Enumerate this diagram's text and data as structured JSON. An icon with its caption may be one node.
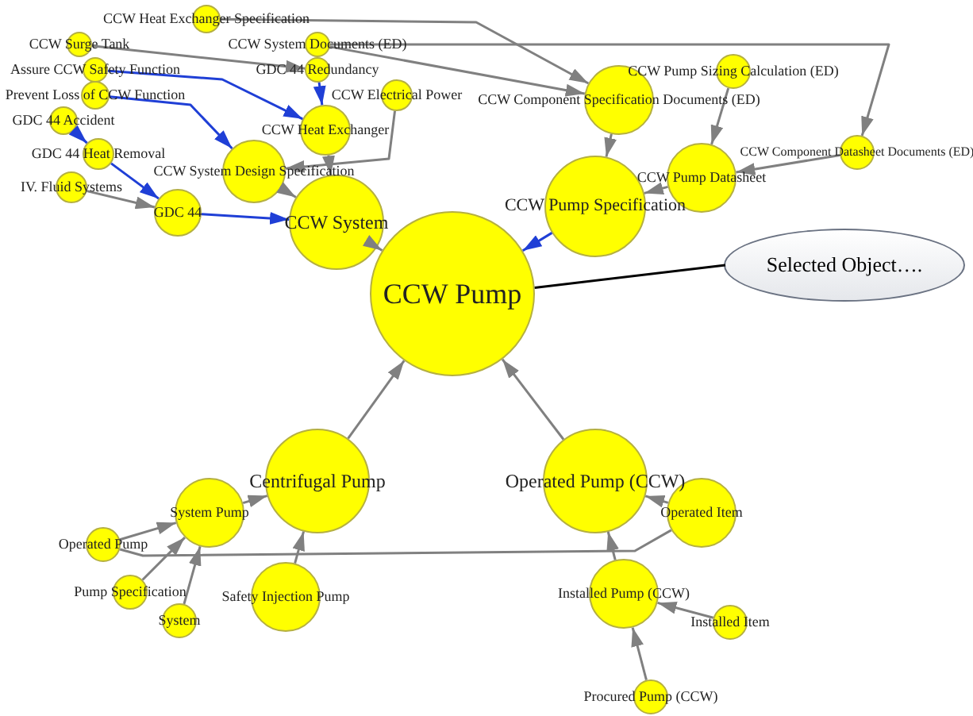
{
  "diagram": {
    "nodes": [
      {
        "text": [
          "CCW Heat Exchanger Specification"
        ]
      },
      {
        "text": [
          "CCW Surge Tank"
        ]
      },
      {
        "text": [
          "CCW System Documents (ED)"
        ]
      },
      {
        "text": [
          "Assure CCW Safety Function"
        ]
      },
      {
        "text": [
          "GDC 44 Redundancy"
        ]
      },
      {
        "text": [
          "Prevent Loss of CCW Function"
        ]
      },
      {
        "text": [
          "GDC 44 Accident"
        ]
      },
      {
        "text": [
          "CCW Electrical Power"
        ]
      },
      {
        "text": [
          "GDC 44 Heat Removal"
        ]
      },
      {
        "text": [
          "IV. Fluid Systems"
        ]
      },
      {
        "text": [
          "CCW Heat Exchanger"
        ]
      },
      {
        "text": [
          "CCW System Design Specification"
        ]
      },
      {
        "text": [
          "GDC 44"
        ]
      },
      {
        "text": [
          "CCW System"
        ]
      },
      {
        "text": [
          "CCW Pump Sizing Calculation (ED)"
        ]
      },
      {
        "text": [
          "CCW Component Specification Documents (ED)"
        ]
      },
      {
        "text": [
          "CCW Component Datasheet Documents (ED)"
        ]
      },
      {
        "text": [
          "CCW Pump Datasheet"
        ]
      },
      {
        "text": [
          "CCW Pump Specification"
        ]
      },
      {
        "text": [
          "CCW Pump"
        ]
      },
      {
        "text": [
          "Centrifugal Pump"
        ]
      },
      {
        "text": [
          "Operated Pump (CCW)"
        ]
      },
      {
        "text": [
          "System Pump"
        ]
      },
      {
        "text": [
          "Operated Pump"
        ]
      },
      {
        "text": [
          "Pump Specification"
        ]
      },
      {
        "text": [
          "System"
        ]
      },
      {
        "text": [
          "Safety Injection Pump"
        ]
      },
      {
        "text": [
          "Operated Item"
        ]
      },
      {
        "text": [
          "Installed Pump (CCW)"
        ]
      },
      {
        "text": [
          "Installed Item"
        ]
      },
      {
        "text": [
          "Procured Pump (CCW)"
        ]
      },
      {
        "text": [
          "Selected Object…."
        ]
      }
    ],
    "edges": [
      {
        "from": 13,
        "to": 19,
        "arrow": "to"
      },
      {
        "from": 18,
        "to": 19,
        "arrow": "to",
        "color": "#1f3fd6"
      },
      {
        "from": 20,
        "to": 19,
        "arrow": "to"
      },
      {
        "from": 21,
        "to": 19,
        "arrow": "to"
      },
      {
        "from": 22,
        "to": 20,
        "arrow": "to"
      },
      {
        "from": 26,
        "to": 20,
        "arrow": "to"
      },
      {
        "from": 23,
        "to": 22,
        "arrow": "to"
      },
      {
        "from": 24,
        "to": 22,
        "arrow": "to"
      },
      {
        "from": 25,
        "to": 22,
        "arrow": "to"
      },
      {
        "from": 23,
        "to": 27,
        "arrow": "none"
      },
      {
        "from": 27,
        "to": 21,
        "arrow": "to"
      },
      {
        "from": 28,
        "to": 21,
        "arrow": "to"
      },
      {
        "from": 29,
        "to": 28,
        "arrow": "to"
      },
      {
        "from": 30,
        "to": 28,
        "arrow": "to"
      },
      {
        "from": 15,
        "to": 18,
        "arrow": "to"
      },
      {
        "from": 14,
        "to": 17,
        "arrow": "to"
      },
      {
        "from": 16,
        "to": 17,
        "arrow": "to"
      },
      {
        "from": 17,
        "to": 18,
        "arrow": "to"
      },
      {
        "from": 0,
        "to": 15,
        "arrow": "to"
      },
      {
        "from": 2,
        "to": 15,
        "arrow": "to"
      },
      {
        "from": 2,
        "to": 16,
        "arrow": "to"
      },
      {
        "from": 11,
        "to": 13,
        "arrow": "to"
      },
      {
        "from": 12,
        "to": 13,
        "arrow": "to",
        "color": "#1f3fd6"
      },
      {
        "from": 10,
        "to": 13,
        "arrow": "to"
      },
      {
        "from": 8,
        "to": 12,
        "arrow": "to",
        "color": "#1f3fd6"
      },
      {
        "from": 9,
        "to": 12,
        "arrow": "to"
      },
      {
        "from": 7,
        "to": 11,
        "arrow": "to"
      },
      {
        "from": 4,
        "to": 10,
        "arrow": "to",
        "color": "#1f3fd6"
      },
      {
        "from": 3,
        "to": 10,
        "arrow": "to",
        "color": "#1f3fd6"
      },
      {
        "from": 5,
        "to": 11,
        "arrow": "to",
        "color": "#1f3fd6"
      },
      {
        "from": 1,
        "to": 4,
        "arrow": "to"
      },
      {
        "from": 6,
        "to": 8,
        "arrow": "to",
        "color": "#1f3fd6"
      },
      {
        "from": 31,
        "to": 19,
        "arrow": "none",
        "color": "#000000"
      }
    ]
  }
}
